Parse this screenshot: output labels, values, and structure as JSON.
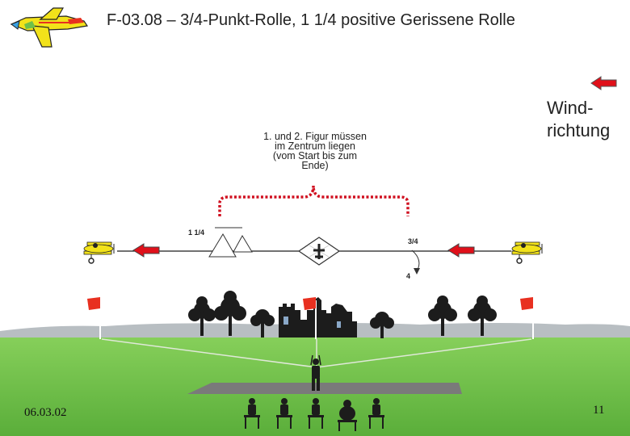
{
  "slide": {
    "title": "F-03.08 – 3/4-Punkt-Rolle, 1 1/4 positive Gerissene Rolle",
    "wind_label_line1": "Wind-",
    "wind_label_line2": "richtung",
    "center_note_line1": "1. und 2. Figur müssen",
    "center_note_line2": "im Zentrum liegen",
    "center_note_line3": "(vom Start bis zum",
    "center_note_line4": "Ende)",
    "label_snap_roll": "1  1/4",
    "label_point_roll": "3/4",
    "label_points": "4",
    "date": "06.03.02",
    "page_number": "11"
  },
  "colors": {
    "sky": "#ffffff",
    "grass": "#6fc04a",
    "hills": "#b8bec2",
    "runway": "#7a7a7a",
    "arrow_red": "#e0101a",
    "dotted_brace": "#d01020",
    "flag_red": "#e83020",
    "plane_yellow": "#f2e21a"
  },
  "icons": {
    "logo": "aerobatic-plane-icon",
    "wind_arrow": "arrow-left-icon",
    "entry_plane": "biplane-icon",
    "exit_plane": "biplane-icon",
    "trees": "tree-icon",
    "castle": "castle-ruin-icon",
    "pilot": "pilot-icon",
    "judges": "judge-icon"
  }
}
